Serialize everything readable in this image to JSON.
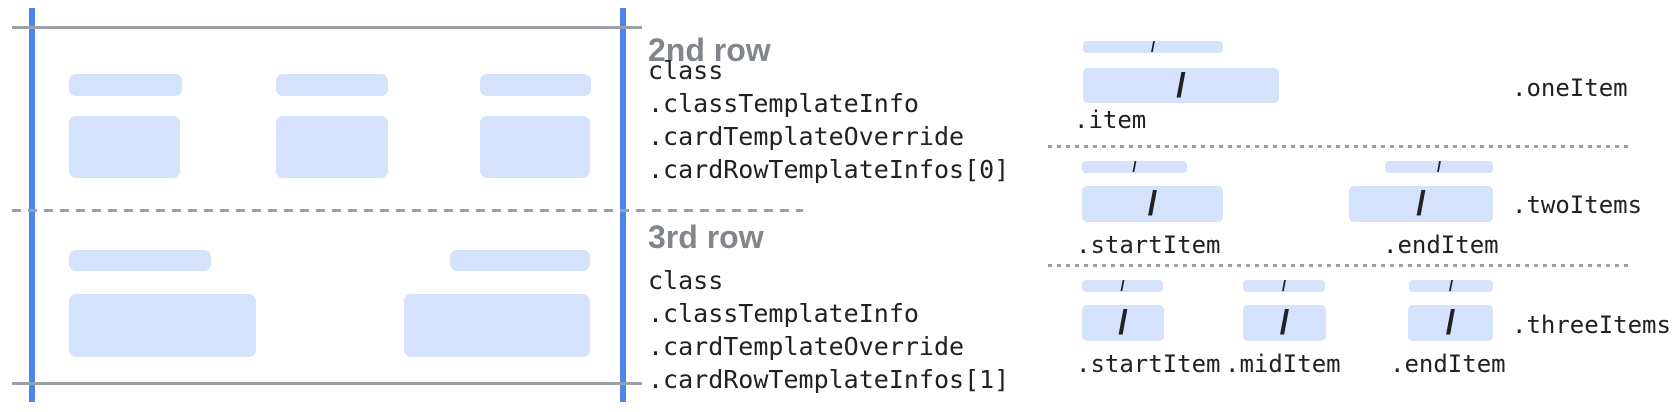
{
  "middle": {
    "row2": {
      "title": "2nd row",
      "path": [
        "class",
        ".classTemplateInfo",
        ".cardTemplateOverride",
        ".cardRowTemplateInfos[0]"
      ]
    },
    "row3": {
      "title": "3rd row",
      "path": [
        "class",
        ".classTemplateInfo",
        ".cardTemplateOverride",
        ".cardRowTemplateInfos[1]"
      ]
    }
  },
  "right_panel": {
    "rows": [
      {
        "layout_label": ".oneItem",
        "item_labels": [
          ".item"
        ]
      },
      {
        "layout_label": ".twoItems",
        "item_labels": [
          ".startItem",
          ".endItem"
        ]
      },
      {
        "layout_label": ".threeItems",
        "item_labels": [
          ".startItem",
          ".midItem",
          ".endItem"
        ]
      }
    ],
    "slash_glyph": "/"
  },
  "colors": {
    "accent_blue": "#4d84ee",
    "placeholder_blue": "#d4e2fb",
    "line_gray": "#9aa0a6",
    "heading_gray": "#80868b",
    "mono_text": "#202124"
  }
}
